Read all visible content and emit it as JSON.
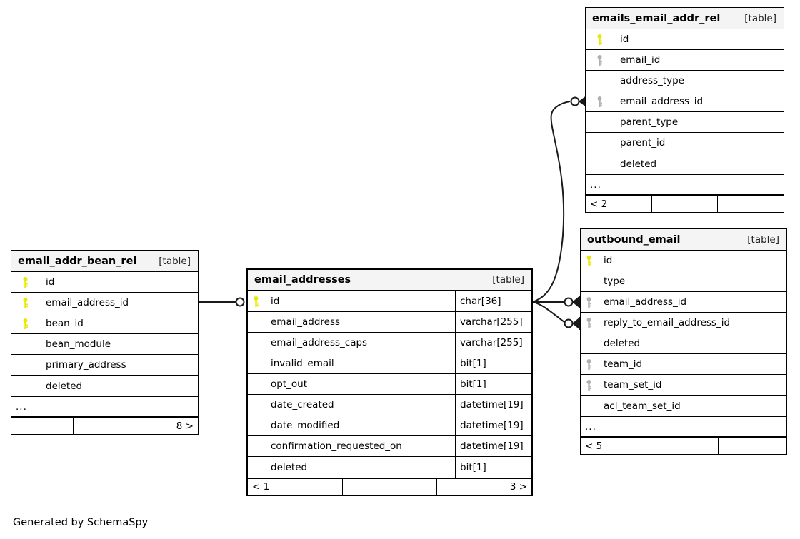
{
  "diagram": {
    "caption": "Generated by SchemaSpy",
    "table_tag": "[table]",
    "ellipsis": "...",
    "colors": {
      "primary_key": "#e8e800",
      "foreign_key": "#b0b0b0",
      "header_background": "#f4f4f4",
      "border": "#000000",
      "background": "#ffffff",
      "connector": "#1a1a1a"
    },
    "tables": [
      {
        "id": "emails_email_addr_rel",
        "name": "emails_email_addr_rel",
        "tag": "[table]",
        "columns": [
          {
            "name": "id",
            "key": "primary",
            "type": ""
          },
          {
            "name": "email_id",
            "key": "foreign",
            "type": ""
          },
          {
            "name": "address_type",
            "key": "none",
            "type": ""
          },
          {
            "name": "email_address_id",
            "key": "foreign",
            "type": ""
          },
          {
            "name": "parent_type",
            "key": "none",
            "type": ""
          },
          {
            "name": "parent_id",
            "key": "none",
            "type": ""
          },
          {
            "name": "deleted",
            "key": "none",
            "type": ""
          }
        ],
        "has_ellipsis": true,
        "footer": [
          "< 2",
          "",
          ""
        ]
      },
      {
        "id": "outbound_email",
        "name": "outbound_email",
        "tag": "[table]",
        "columns": [
          {
            "name": "id",
            "key": "primary",
            "type": ""
          },
          {
            "name": "type",
            "key": "none",
            "type": ""
          },
          {
            "name": "email_address_id",
            "key": "foreign",
            "type": ""
          },
          {
            "name": "reply_to_email_address_id",
            "key": "foreign",
            "type": ""
          },
          {
            "name": "deleted",
            "key": "none",
            "type": ""
          },
          {
            "name": "team_id",
            "key": "foreign",
            "type": ""
          },
          {
            "name": "team_set_id",
            "key": "foreign",
            "type": ""
          },
          {
            "name": "acl_team_set_id",
            "key": "none",
            "type": ""
          }
        ],
        "has_ellipsis": true,
        "footer": [
          "< 5",
          "",
          ""
        ]
      },
      {
        "id": "email_addresses",
        "name": "email_addresses",
        "tag": "[table]",
        "columns": [
          {
            "name": "id",
            "key": "primary",
            "type": "char[36]"
          },
          {
            "name": "email_address",
            "key": "none",
            "type": "varchar[255]"
          },
          {
            "name": "email_address_caps",
            "key": "none",
            "type": "varchar[255]"
          },
          {
            "name": "invalid_email",
            "key": "none",
            "type": "bit[1]"
          },
          {
            "name": "opt_out",
            "key": "none",
            "type": "bit[1]"
          },
          {
            "name": "date_created",
            "key": "none",
            "type": "datetime[19]"
          },
          {
            "name": "date_modified",
            "key": "none",
            "type": "datetime[19]"
          },
          {
            "name": "confirmation_requested_on",
            "key": "none",
            "type": "datetime[19]"
          },
          {
            "name": "deleted",
            "key": "none",
            "type": "bit[1]"
          }
        ],
        "has_ellipsis": false,
        "footer": [
          "< 1",
          "",
          "3 >"
        ]
      },
      {
        "id": "email_addr_bean_rel",
        "name": "email_addr_bean_rel",
        "tag": "[table]",
        "columns": [
          {
            "name": "id",
            "key": "primary",
            "type": ""
          },
          {
            "name": "email_address_id",
            "key": "primary",
            "type": ""
          },
          {
            "name": "bean_id",
            "key": "primary",
            "type": ""
          },
          {
            "name": "bean_module",
            "key": "none",
            "type": ""
          },
          {
            "name": "primary_address",
            "key": "none",
            "type": ""
          },
          {
            "name": "deleted",
            "key": "none",
            "type": ""
          }
        ],
        "has_ellipsis": true,
        "footer": [
          "",
          "",
          "8 >"
        ]
      }
    ],
    "relationships": [
      {
        "from": "email_addr_bean_rel.email_address_id",
        "to": "email_addresses.id"
      },
      {
        "from": "email_addresses.id",
        "to": "emails_email_addr_rel.email_address_id"
      },
      {
        "from": "email_addresses.id",
        "to": "outbound_email.email_address_id"
      },
      {
        "from": "email_addresses.id",
        "to": "outbound_email.reply_to_email_address_id"
      }
    ]
  }
}
